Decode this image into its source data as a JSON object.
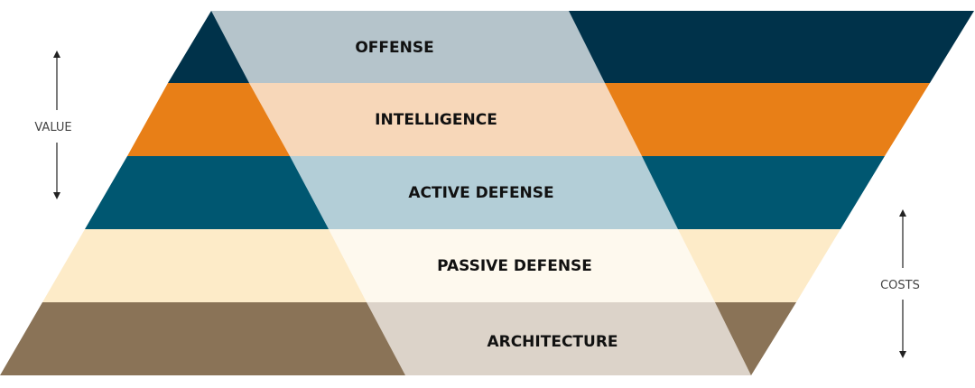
{
  "axes": {
    "value_label": "VALUE",
    "costs_label": "COSTS"
  },
  "layers": [
    {
      "id": "offense",
      "label": "OFFENSE",
      "outer_color": "#00324a",
      "inner_color": "#b5c4cb"
    },
    {
      "id": "intelligence",
      "label": "INTELLIGENCE",
      "outer_color": "#e87f17",
      "inner_color": "#f7d7b9"
    },
    {
      "id": "active-defense",
      "label": "ACTIVE DEFENSE",
      "outer_color": "#005771",
      "inner_color": "#b3ced7"
    },
    {
      "id": "passive-defense",
      "label": "PASSIVE DEFENSE",
      "outer_color": "#fdebc8",
      "inner_color": "#fef9ee"
    },
    {
      "id": "architecture",
      "label": "ARCHITECTURE",
      "outer_color": "#8a7357",
      "inner_color": "#dcd3c9"
    }
  ]
}
